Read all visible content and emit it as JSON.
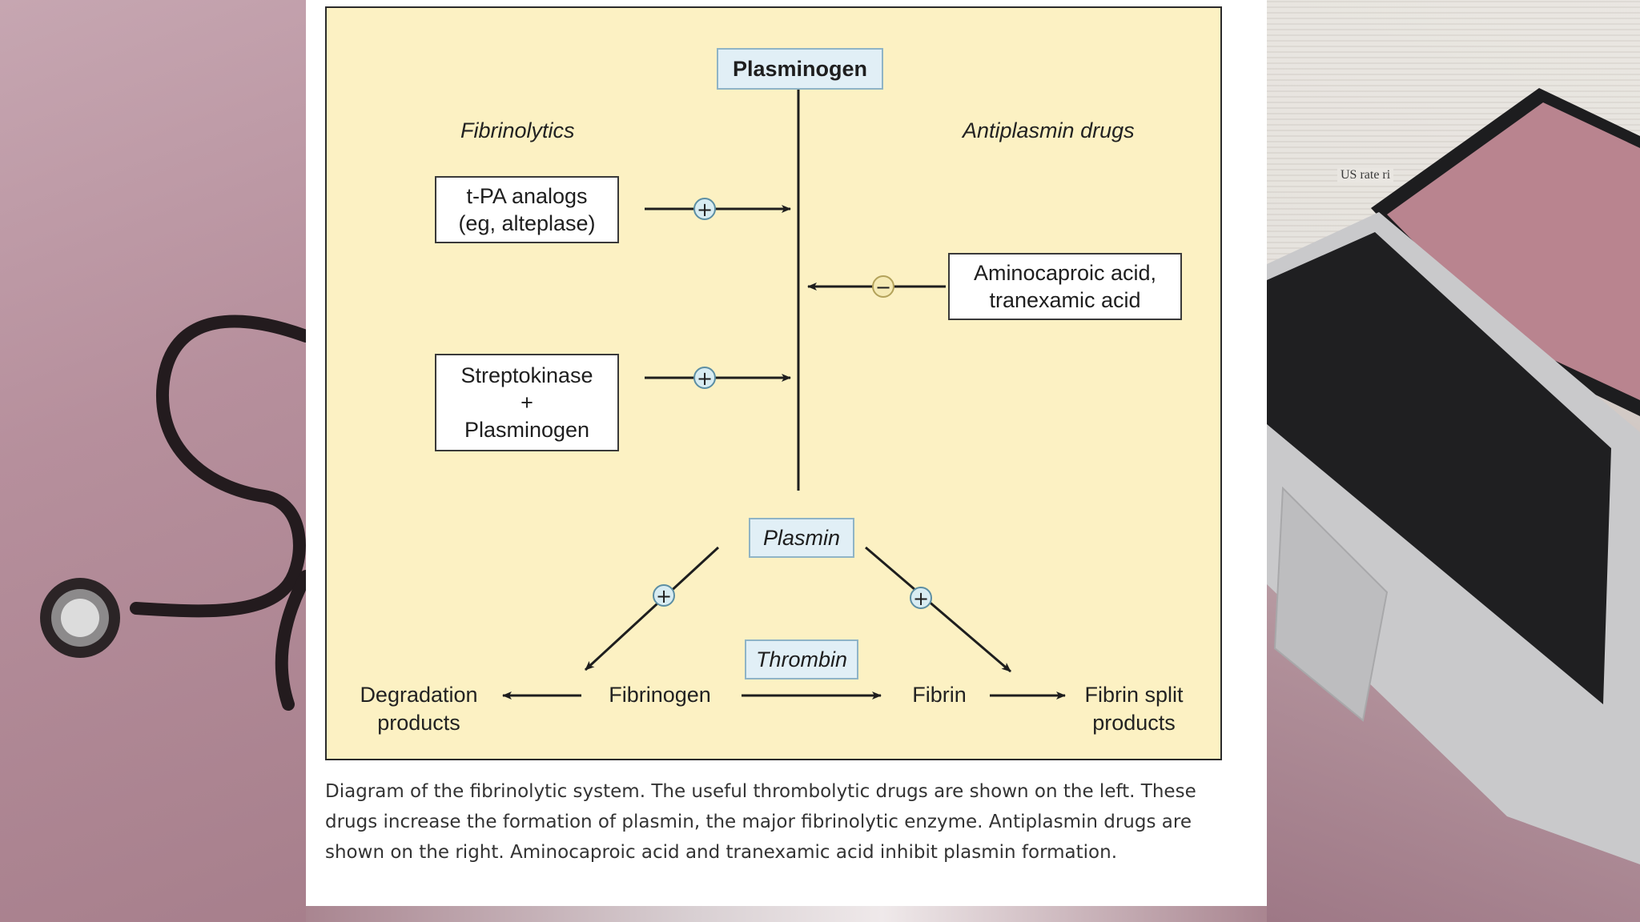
{
  "diagram": {
    "top_node": "Plasminogen",
    "left_heading": "Fibrinolytics",
    "right_heading": "Antiplasmin drugs",
    "tpa_box": {
      "line1": "t-PA analogs",
      "line2": "(eg, alteplase)"
    },
    "strepto_box": {
      "line1": "Streptokinase",
      "line2": "+",
      "line3": "Plasminogen"
    },
    "antiplasmin_box": {
      "line1": "Aminocaproic acid,",
      "line2": "tranexamic acid"
    },
    "plasmin": "Plasmin",
    "thrombin": "Thrombin",
    "fibrinogen": "Fibrinogen",
    "fibrin": "Fibrin",
    "degradation": {
      "line1": "Degradation",
      "line2": "products"
    },
    "fibrin_split": {
      "line1": "Fibrin split",
      "line2": "products"
    },
    "plus_symbol": "+",
    "minus_symbol": "−",
    "colors": {
      "figure_bg": "#fcf1c3",
      "highlight_box": "#e1eff6",
      "symbol_fill": "#d8ecf2",
      "line": "#1e1e1e"
    }
  },
  "caption": "Diagram of the fibrinolytic system. The useful thrombolytic drugs are shown on the left. These drugs increase the formation of plasmin, the major fibrinolytic enzyme. Antiplasmin drugs are shown on the right. Aminocaproic acid and tranexamic acid inhibit plasmin formation.",
  "background": {
    "newspaper_headline": "US rate ri",
    "icons": [
      "stethoscope-icon",
      "laptop-icon",
      "newspaper-icon"
    ]
  }
}
